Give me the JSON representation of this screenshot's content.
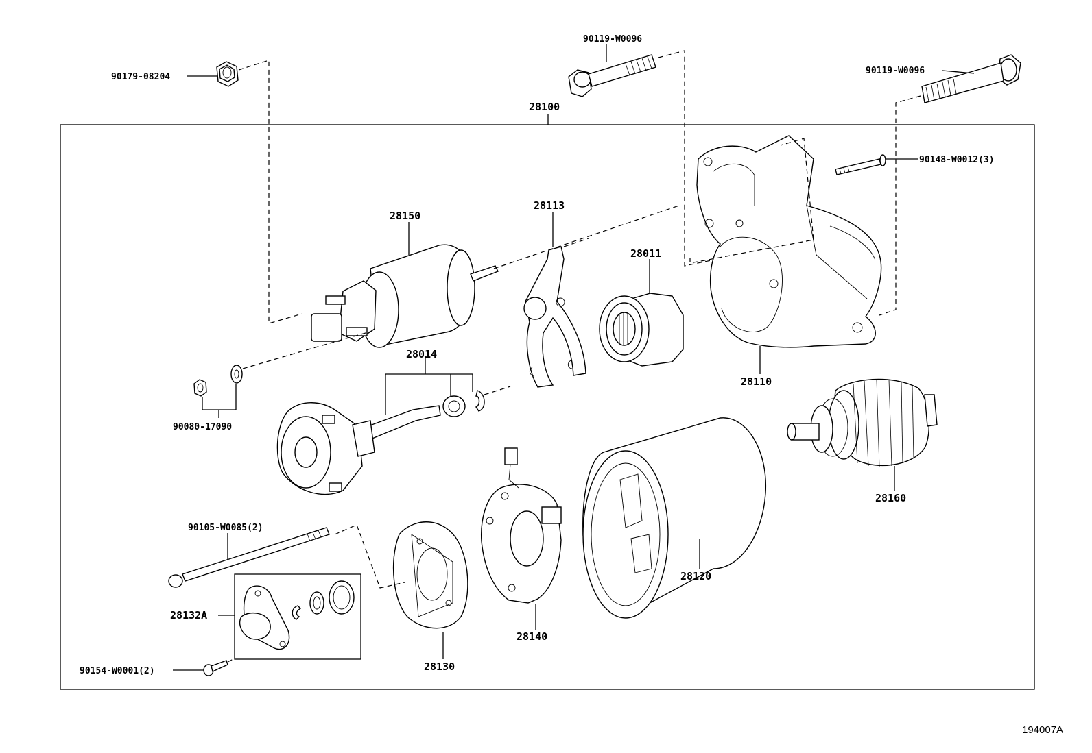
{
  "assembly_label": "28100",
  "reference_code": "194007A",
  "parts": [
    {
      "id": "nut_top",
      "label": "90179-08204"
    },
    {
      "id": "bolt_top",
      "label": "90119-W0096"
    },
    {
      "id": "bolt_right",
      "label": "90119-W0096"
    },
    {
      "id": "screw_right",
      "label": "90148-W0012(3)"
    },
    {
      "id": "solenoid",
      "label": "28150"
    },
    {
      "id": "lever",
      "label": "28113"
    },
    {
      "id": "clutch",
      "label": "28011"
    },
    {
      "id": "housing",
      "label": "28110"
    },
    {
      "id": "nut_washer",
      "label": "90080-17090"
    },
    {
      "id": "shaft",
      "label": "28014"
    },
    {
      "id": "armature",
      "label": "28160"
    },
    {
      "id": "yoke",
      "label": "28120"
    },
    {
      "id": "brush_holder",
      "label": "28140"
    },
    {
      "id": "end_frame",
      "label": "28130"
    },
    {
      "id": "through_bolt",
      "label": "90105-W0085(2)"
    },
    {
      "id": "cover_kit",
      "label": "28132A"
    },
    {
      "id": "screw_bottom",
      "label": "90154-W0001(2)"
    }
  ]
}
